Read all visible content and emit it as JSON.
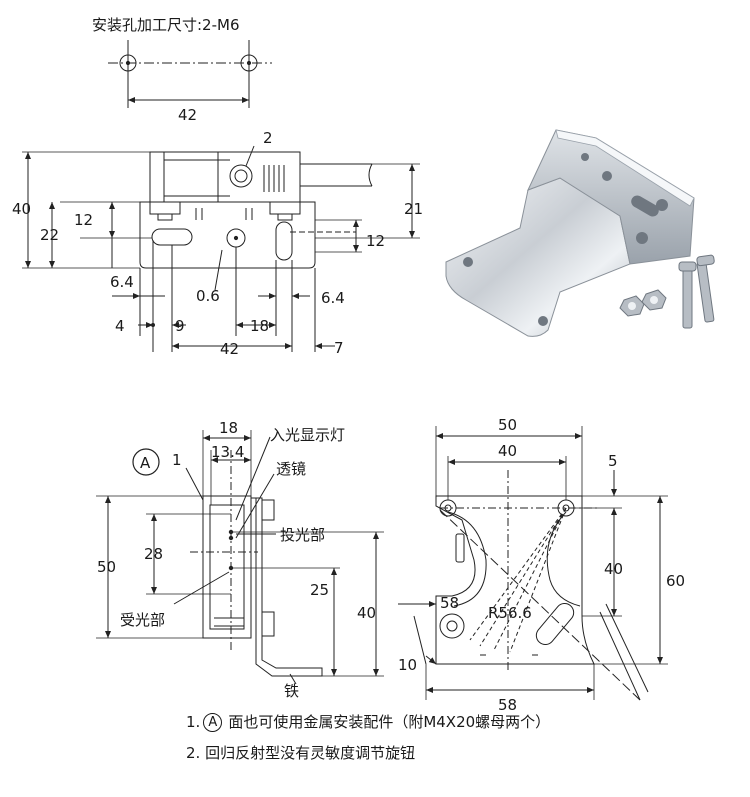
{
  "top_caption": "安装孔加工尺寸:2-M6",
  "dims": {
    "hole_pitch": "42",
    "d2": "2",
    "d40": "40",
    "d22": "22",
    "d12a": "12",
    "d6_4a": "6.4",
    "d0_6": "0.6",
    "d6_4b": "6.4",
    "d21": "21",
    "d12b": "12",
    "d4": "4",
    "d9": "9",
    "d18a": "18",
    "d42b": "42",
    "d7": "7",
    "d18b": "18",
    "d13_4": "13.4",
    "d1": "1",
    "d50a": "50",
    "d28": "28",
    "d25": "25",
    "d40b": "40",
    "d50b": "50",
    "d40c": "40",
    "d5": "5",
    "d40d": "40",
    "d60": "60",
    "d58a": "58",
    "r56_6": "R56.6",
    "d10": "10",
    "d58b": "58"
  },
  "circle_a": "A",
  "labels": {
    "light_in_indicator": "入光显示灯",
    "lens": "透镜",
    "emitter": "投光部",
    "receiver": "受光部",
    "iron": "铁"
  },
  "notes": {
    "n1_prefix": "1.",
    "n1_circle": "A",
    "n1_text": "面也可使用金属安装配件（附M4X20螺母两个）",
    "n2": "2.  回归反射型没有灵敏度调节旋钮"
  }
}
